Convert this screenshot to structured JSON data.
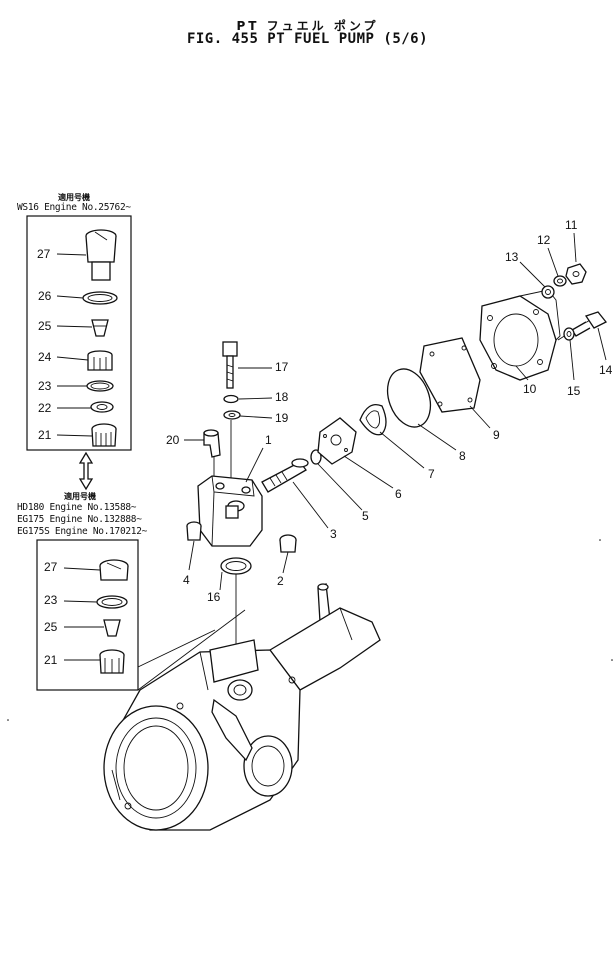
{
  "title": {
    "jp": "PT フュエル ポンプ",
    "en": "FIG. 455  PT FUEL PUMP  (5/6)"
  },
  "inset_top": {
    "header": "適用号機",
    "serial": "WS16  Engine  No.25762~",
    "callouts": [
      "27",
      "26",
      "25",
      "24",
      "23",
      "22",
      "21"
    ]
  },
  "inset_bottom": {
    "header": "適用号機",
    "serials": [
      "HD180   Engine  No.13588~",
      "EG175   Engine  No.132888~",
      "EG175S  Engine  No.170212~"
    ],
    "callouts": [
      "27",
      "23",
      "25",
      "21"
    ]
  },
  "callouts": [
    "1",
    "2",
    "3",
    "4",
    "5",
    "6",
    "7",
    "8",
    "9",
    "10",
    "11",
    "12",
    "13",
    "14",
    "15",
    "16",
    "17",
    "18",
    "19",
    "20"
  ]
}
